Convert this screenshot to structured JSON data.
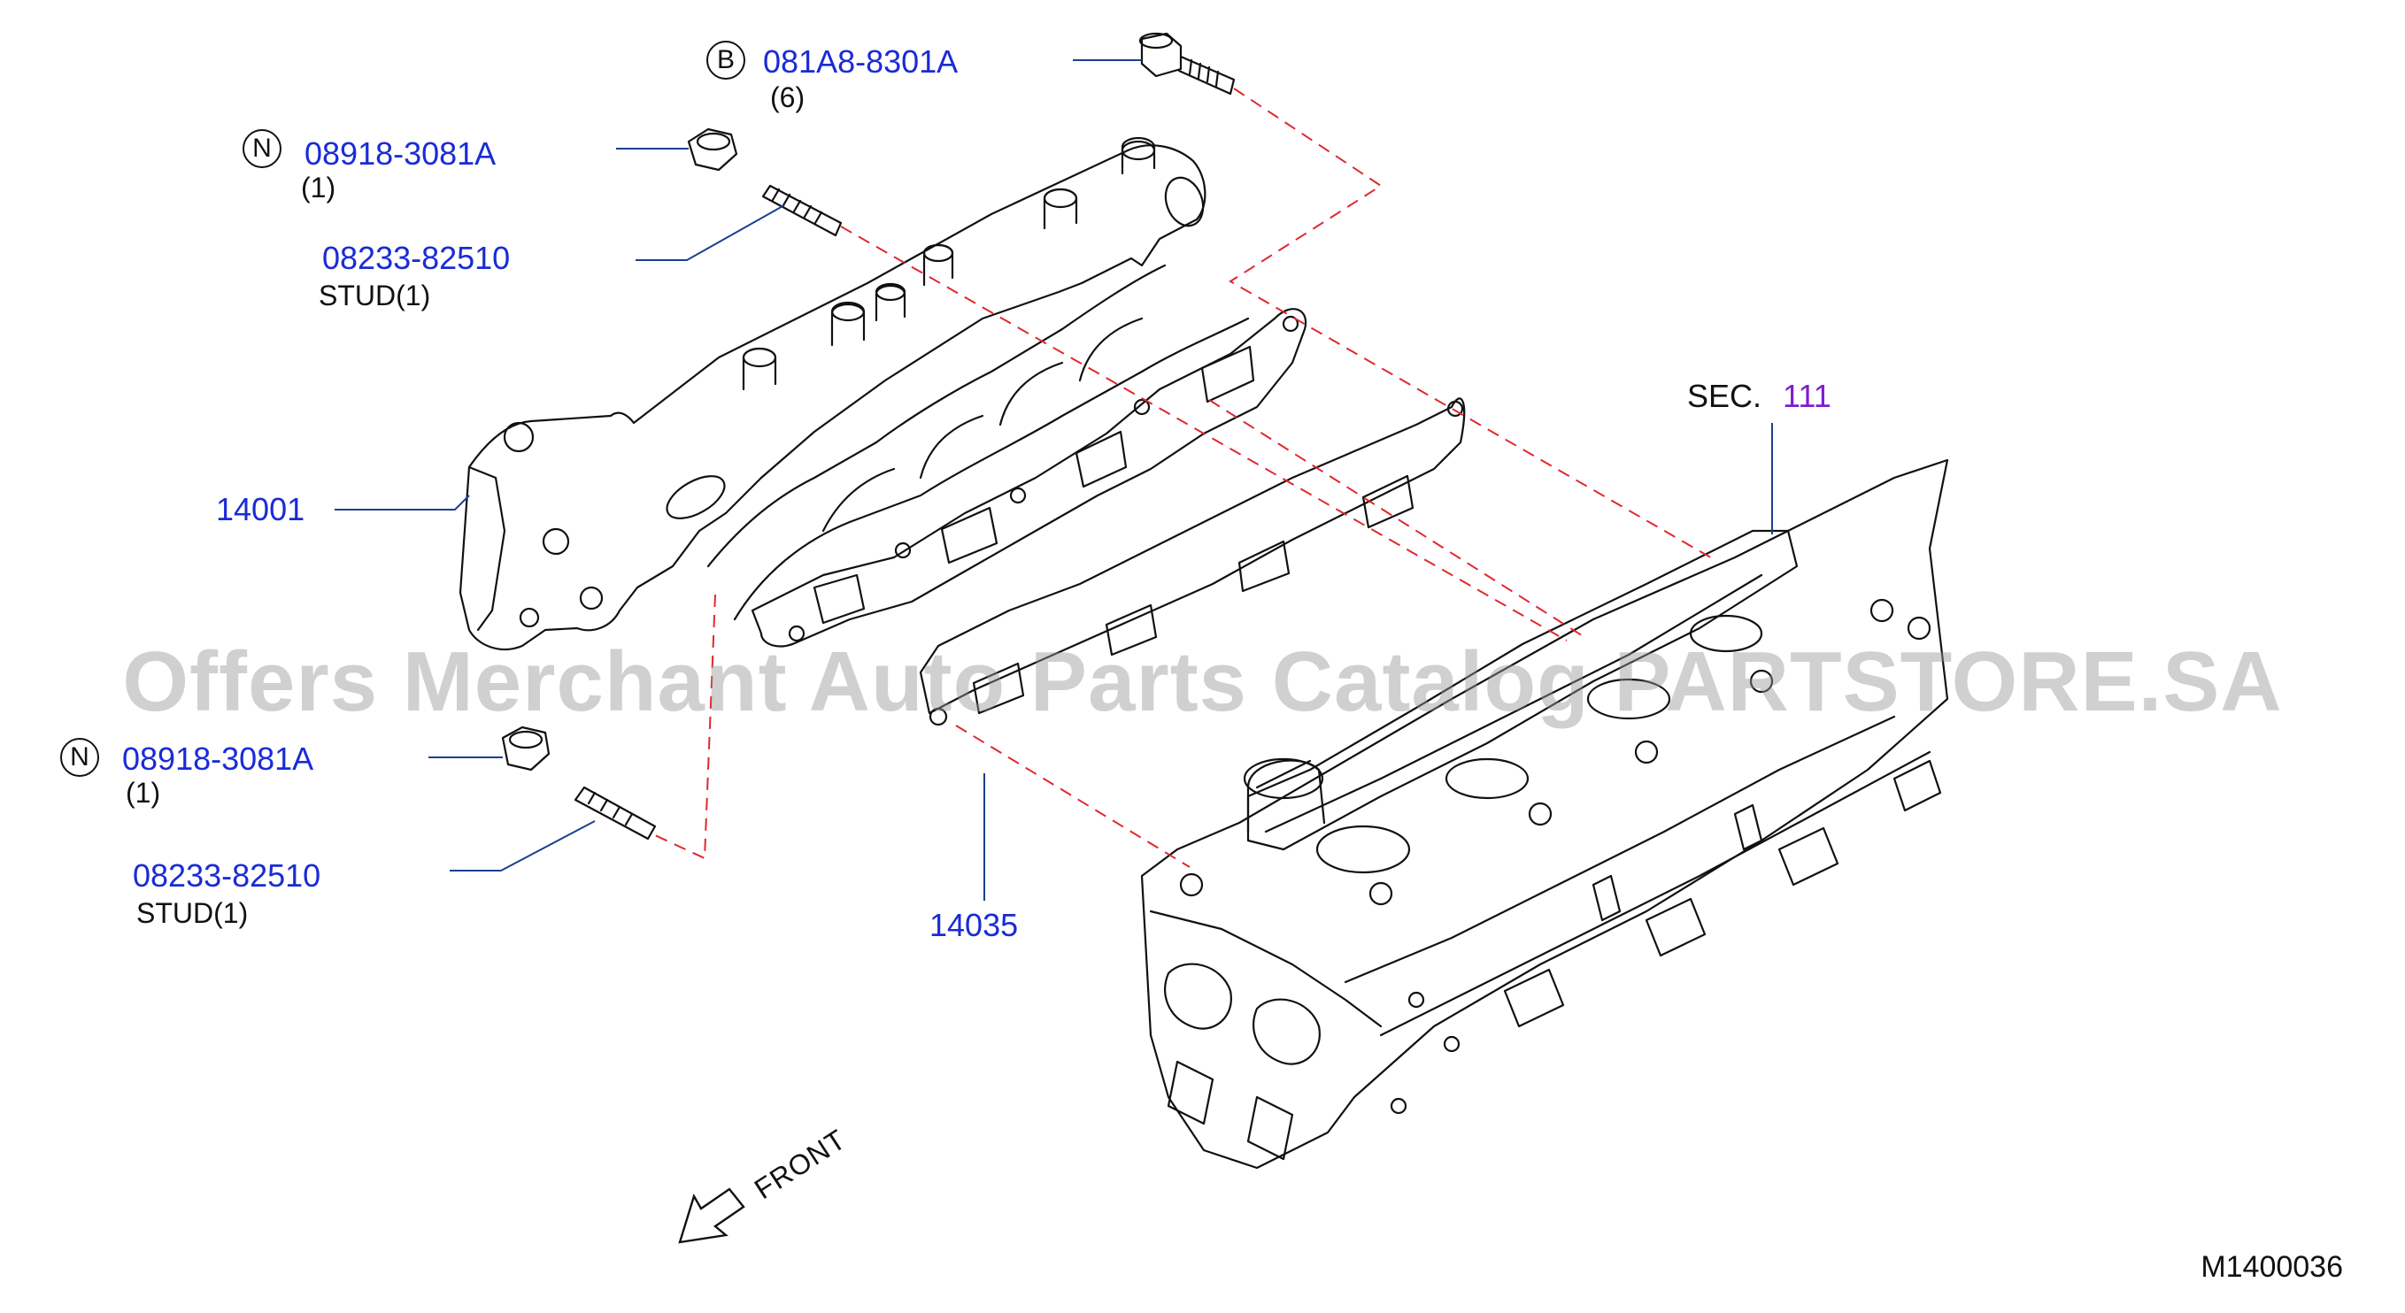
{
  "parts": [
    {
      "id": "bolt",
      "badge": "B",
      "number": "081A8-8301A",
      "qty": "(6)"
    },
    {
      "id": "nut-upper",
      "badge": "N",
      "number": "08918-3081A",
      "qty": "(1)"
    },
    {
      "id": "stud-upper",
      "number": "08233-82510",
      "desc": "STUD(1)"
    },
    {
      "id": "manifold",
      "number": "14001"
    },
    {
      "id": "nut-lower",
      "badge": "N",
      "number": "08918-3081A",
      "qty": "(1)"
    },
    {
      "id": "stud-lower",
      "number": "08233-82510",
      "desc": "STUD(1)"
    },
    {
      "id": "gasket",
      "number": "14035"
    }
  ],
  "section": {
    "prefix": "SEC.",
    "number": "111"
  },
  "front_label": "FRONT",
  "diagram_code": "M1400036",
  "watermark": "Offers Merchant Auto Parts Catalog PARTSTORE.SA",
  "colors": {
    "part_number": "#1a2bd6",
    "section_number": "#7a1fd0",
    "leader": "#1b3f8f",
    "dashed": "#e0282e"
  }
}
